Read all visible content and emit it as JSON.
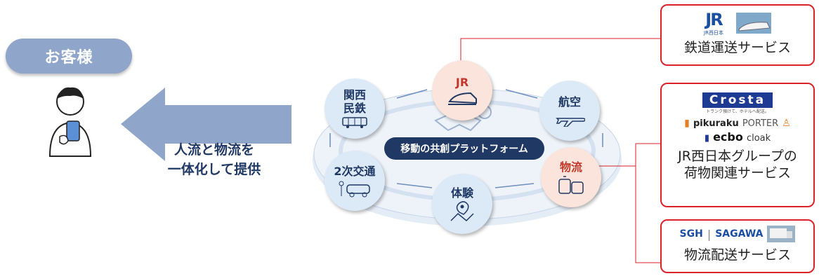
{
  "customer": {
    "label": "お客様"
  },
  "caption": {
    "line1": "人流と物流を",
    "line2": "一体化して提供"
  },
  "platform": {
    "label": "移動の共創プラットフォーム",
    "nodes": {
      "jr": "JR",
      "kansai_line1": "関西",
      "kansai_line2": "民鉄",
      "air": "航空",
      "second": "2次交通",
      "experience": "体験",
      "logistics": "物流"
    }
  },
  "services": {
    "rail": {
      "logo": "JR",
      "logo_sub": "JR西日本",
      "label": "鉄道運送サービス"
    },
    "luggage": {
      "crosta": "Crosta",
      "crosta_sub": "トランク預けて、ホテルへ配送。",
      "pikuraku": "pikuraku",
      "porter": "PORTER",
      "ecbo": "ecbo",
      "cloak": "cloak",
      "label_line1": "JR西日本グループの",
      "label_line2": "荷物関連サービス"
    },
    "delivery": {
      "sgh": "SGH",
      "sagawa": "SAGAWA",
      "label": "物流配送サービス"
    }
  },
  "colors": {
    "accent_navy": "#1f3864",
    "node_blue": "#dce9f6",
    "node_warm": "#fbe4dc",
    "box_red": "#d9222a",
    "arrow": "#8fa5c9"
  }
}
